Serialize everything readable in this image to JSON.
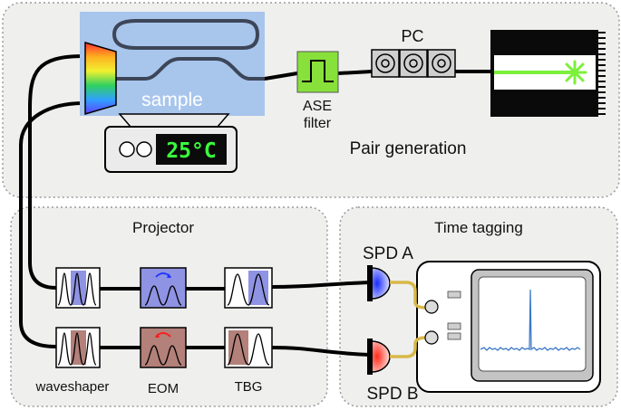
{
  "sections": {
    "pair_generation": "Pair generation",
    "projector": "Projector",
    "time_tagging": "Time tagging"
  },
  "labels": {
    "sample": "sample",
    "ase_filter_line1": "ASE",
    "ase_filter_line2": "filter",
    "pc": "PC",
    "temperature": "25°C",
    "waveshaper": "waveshaper",
    "eom": "EOM",
    "tbg": "TBG",
    "spd_a": "SPD A",
    "spd_b": "SPD B"
  },
  "colors": {
    "panel_fill": "#efefee",
    "sample_fill": "#a8c5ec",
    "ase_green": "#88e03a",
    "laser_green": "#7cf03a",
    "blue_channel": "#8f93e3",
    "red_channel": "#b3807a",
    "fiber_gold": "#d8b848",
    "spectrum_line": "#3a78c8"
  }
}
